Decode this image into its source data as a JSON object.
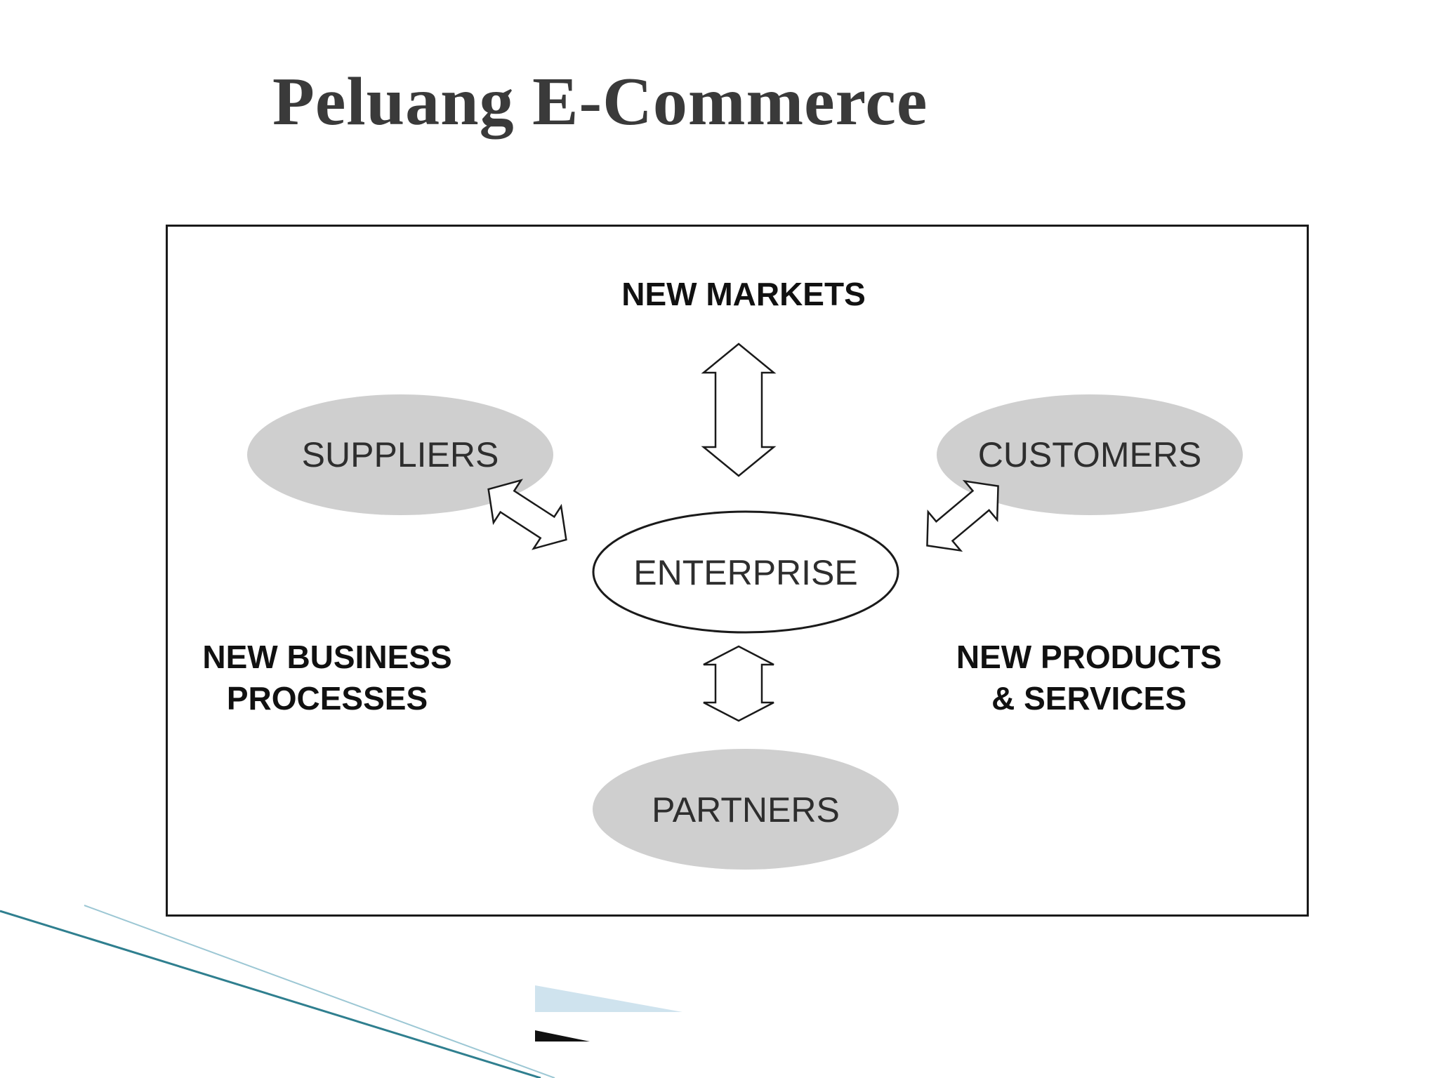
{
  "slide": {
    "title": "Peluang E-Commerce"
  },
  "diagram": {
    "center": "ENTERPRISE",
    "entities": {
      "suppliers": "SUPPLIERS",
      "customers": "CUSTOMERS",
      "partners": "PARTNERS"
    },
    "opportunities": {
      "new_markets": "NEW MARKETS",
      "new_business_processes": [
        "NEW BUSINESS",
        "PROCESSES"
      ],
      "new_products_services": [
        "NEW PRODUCTS",
        "& SERVICES"
      ]
    }
  },
  "colors": {
    "entity_fill": "#cfcfcf",
    "title_text": "#3a3a3a",
    "accent_teal": "#2f7f8f",
    "accent_light_blue": "#cfe3ee"
  }
}
